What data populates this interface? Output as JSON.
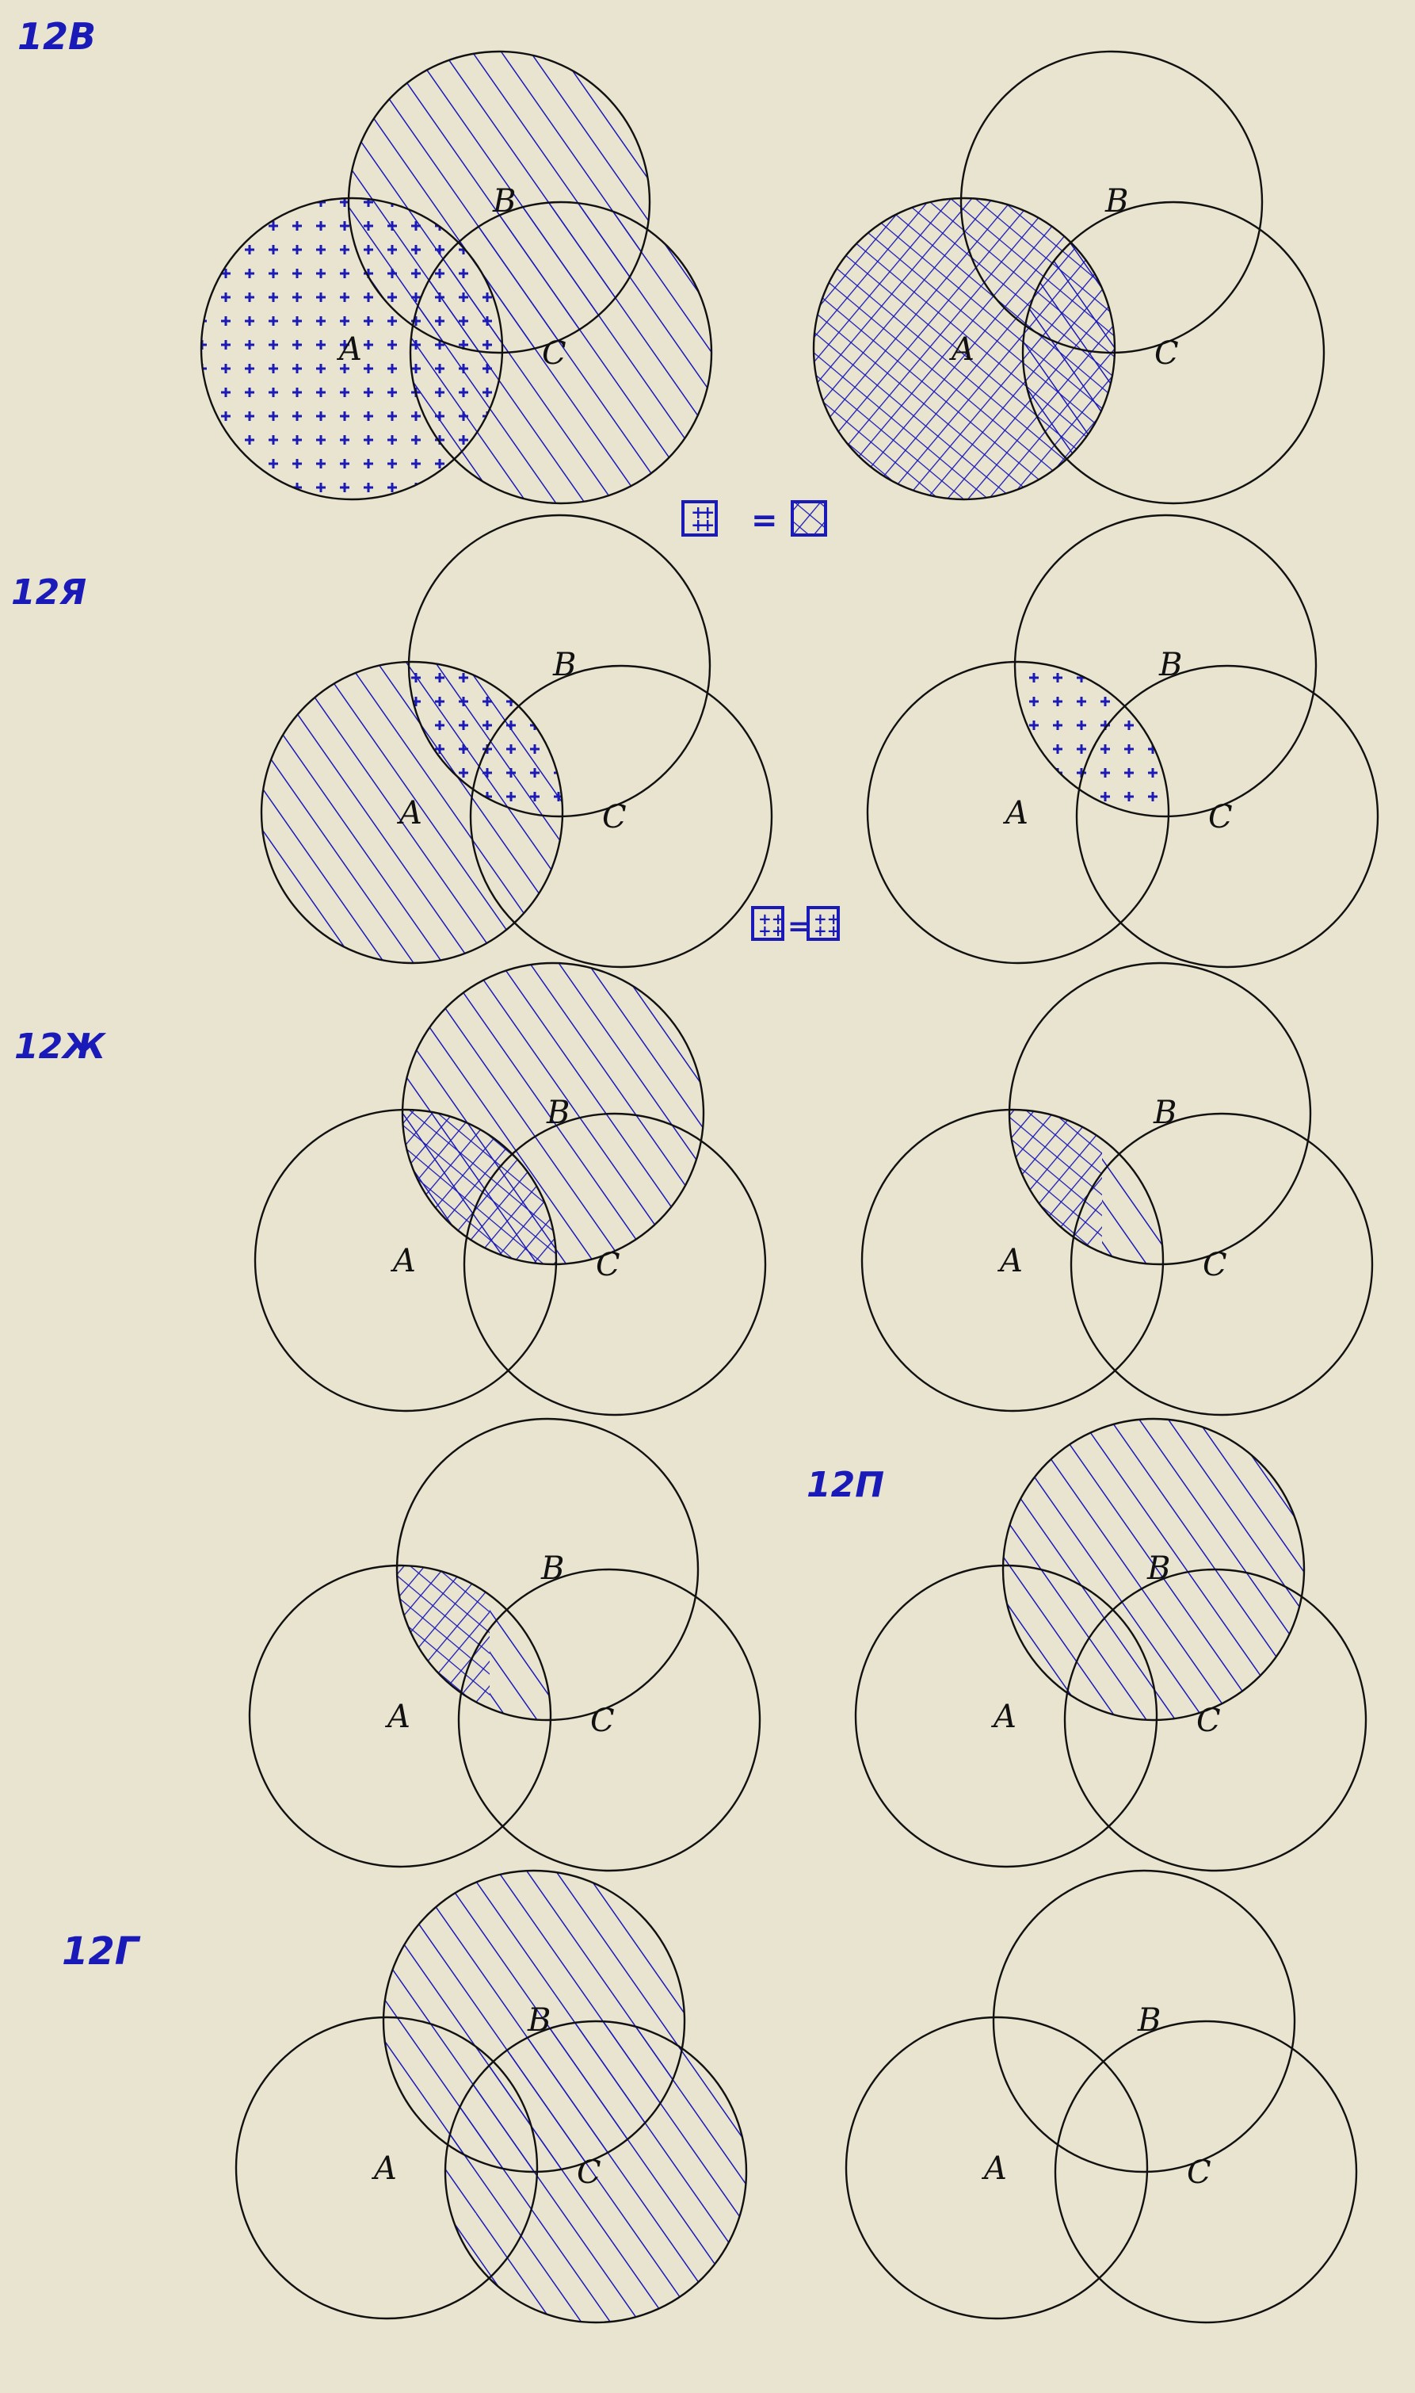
{
  "ink_color": "#1a1ab8",
  "line_color": "#111111",
  "paper_color": "#e9e4cf",
  "section_labels": [
    "12В",
    "12Я",
    "12Ж",
    "12П",
    "12Г"
  ],
  "circle_labels": {
    "a": "A",
    "b": "B",
    "c": "C"
  },
  "legend": {
    "equals": "="
  },
  "diagrams": [
    {
      "section": "12В",
      "shading": "A crosses (+); B ∪ C diagonal hatch"
    },
    {
      "section": "12В",
      "shading": "A cross-hatched; A ∩ C diagonal hatch"
    },
    {
      "section": "12Я",
      "shading": "A diagonal hatch; A ∩ B crosses (+)"
    },
    {
      "section": "12Я",
      "shading": "A ∩ B crosses (+)"
    },
    {
      "section": "12Ж",
      "shading": "B diagonal hatch; A ∩ B cross-hatched"
    },
    {
      "section": "12Ж",
      "shading": "A ∩ B: cross-hatched part and diagonal part"
    },
    {
      "section": "12Ж",
      "shading": "A ∩ B: cross-hatched part and diagonal part"
    },
    {
      "section": "12П",
      "shading": "B diagonal hatch"
    },
    {
      "section": "12Г",
      "shading": "B ∪ C diagonal hatch"
    },
    {
      "section": "12Г",
      "shading": "none"
    }
  ]
}
